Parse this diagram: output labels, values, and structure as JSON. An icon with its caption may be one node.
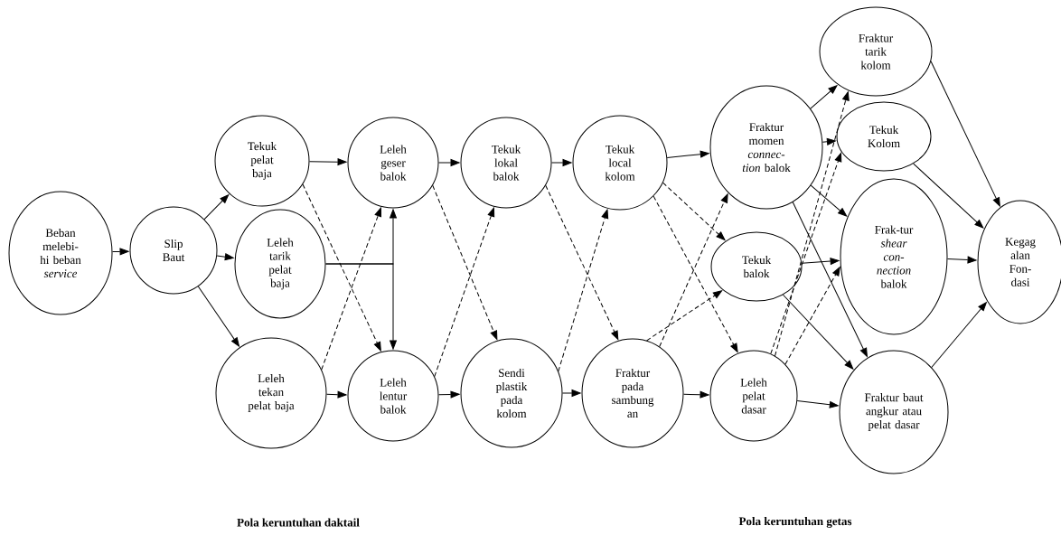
{
  "diagram": {
    "nodes": [
      {
        "text": [
          "Beban melebi- hi beban *service*"
        ]
      },
      {
        "text": [
          "Slip Baut"
        ]
      },
      {
        "text": [
          "Tekuk pelat baja"
        ]
      },
      {
        "text": [
          "Leleh tarik pelat baja"
        ]
      },
      {
        "text": [
          "Leleh tekan pelat baja"
        ]
      },
      {
        "text": [
          "Leleh geser balok"
        ]
      },
      {
        "text": [
          "Leleh lentur balok"
        ]
      },
      {
        "text": [
          "Tekuk lokal balok"
        ]
      },
      {
        "text": [
          "Sendi plastik pada kolom"
        ]
      },
      {
        "text": [
          "Tekuk local kolom"
        ]
      },
      {
        "text": [
          "Fraktur pada sambung an"
        ]
      },
      {
        "text": [
          "Fraktur momen *connec- tion* balok"
        ]
      },
      {
        "text": [
          "Tekuk balok"
        ]
      },
      {
        "text": [
          "Leleh pelat dasar"
        ]
      },
      {
        "text": [
          "Fraktur tarik kolom"
        ]
      },
      {
        "text": [
          "Tekuk Kolom"
        ]
      },
      {
        "text": [
          "Frak-tur *shear con- nection* balok"
        ]
      },
      {
        "text": [
          "Fraktur baut angkur atau pelat dasar"
        ]
      },
      {
        "text": [
          "Kegag alan Fon- dasi"
        ]
      }
    ],
    "edges": [
      {
        "from": 0,
        "to": 1,
        "arrow": "to"
      },
      {
        "from": 1,
        "to": 2,
        "arrow": "to"
      },
      {
        "from": 1,
        "to": 3,
        "arrow": "to"
      },
      {
        "from": 1,
        "to": 4,
        "arrow": "to"
      },
      {
        "from": 2,
        "to": 5,
        "arrow": "to"
      },
      {
        "from": 3,
        "to": 5,
        "arrow": "to"
      },
      {
        "from": 3,
        "to": 6,
        "arrow": "to"
      },
      {
        "from": 4,
        "to": 6,
        "arrow": "to"
      },
      {
        "from": 2,
        "to": 6,
        "arrow": "to",
        "style": "dashed"
      },
      {
        "from": 4,
        "to": 5,
        "arrow": "to",
        "style": "dashed"
      },
      {
        "from": 5,
        "to": 7,
        "arrow": "to"
      },
      {
        "from": 6,
        "to": 8,
        "arrow": "to"
      },
      {
        "from": 5,
        "to": 8,
        "arrow": "to",
        "style": "dashed"
      },
      {
        "from": 6,
        "to": 7,
        "arrow": "to",
        "style": "dashed"
      },
      {
        "from": 7,
        "to": 9,
        "arrow": "to"
      },
      {
        "from": 8,
        "to": 10,
        "arrow": "to"
      },
      {
        "from": 7,
        "to": 10,
        "arrow": "to",
        "style": "dashed"
      },
      {
        "from": 8,
        "to": 9,
        "arrow": "to",
        "style": "dashed"
      },
      {
        "from": 9,
        "to": 11,
        "arrow": "to"
      },
      {
        "from": 10,
        "to": 13,
        "arrow": "to"
      },
      {
        "from": 9,
        "to": 12,
        "arrow": "to",
        "style": "dashed"
      },
      {
        "from": 9,
        "to": 13,
        "arrow": "to",
        "style": "dashed"
      },
      {
        "from": 10,
        "to": 11,
        "arrow": "to",
        "style": "dashed"
      },
      {
        "from": 10,
        "to": 12,
        "arrow": "to",
        "style": "dashed"
      },
      {
        "from": 11,
        "to": 14,
        "arrow": "to"
      },
      {
        "from": 11,
        "to": 15,
        "arrow": "to"
      },
      {
        "from": 11,
        "to": 16,
        "arrow": "to"
      },
      {
        "from": 11,
        "to": 17,
        "arrow": "to"
      },
      {
        "from": 12,
        "to": 16,
        "arrow": "to"
      },
      {
        "from": 12,
        "to": 17,
        "arrow": "to"
      },
      {
        "from": 13,
        "to": 17,
        "arrow": "to"
      },
      {
        "from": 13,
        "to": 14,
        "arrow": "to",
        "style": "dashed"
      },
      {
        "from": 13,
        "to": 15,
        "arrow": "to",
        "style": "dashed"
      },
      {
        "from": 13,
        "to": 16,
        "arrow": "to",
        "style": "dashed"
      },
      {
        "from": 14,
        "to": 18,
        "arrow": "to"
      },
      {
        "from": 15,
        "to": 18,
        "arrow": "to"
      },
      {
        "from": 16,
        "to": 18,
        "arrow": "to"
      },
      {
        "from": 17,
        "to": 18,
        "arrow": "to"
      }
    ],
    "labels": [
      "Pola keruntuhan daktail",
      "Pola keruntuhan getas"
    ]
  }
}
